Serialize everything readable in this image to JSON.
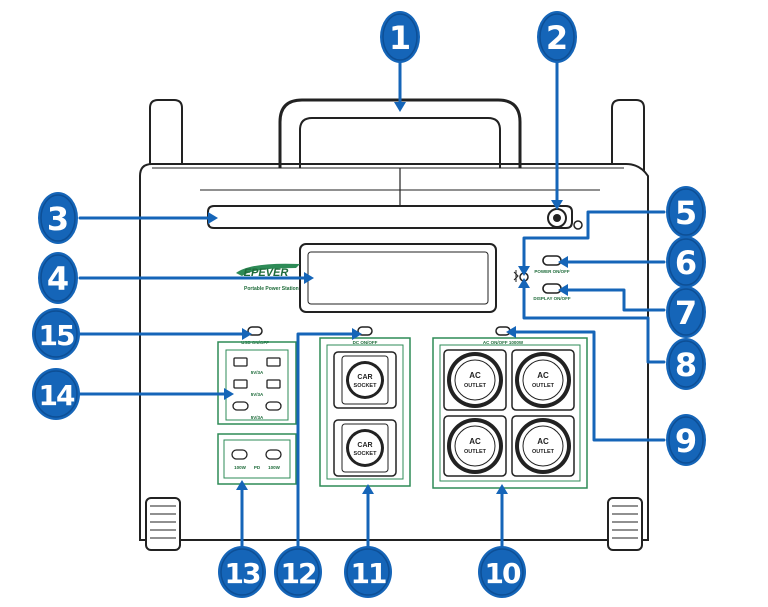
{
  "brand": {
    "logo_text": "EPEVER",
    "subtitle": "Portable Power Station"
  },
  "controls": {
    "power_label": "POWER ON/OFF",
    "display_label": "DISPLAY ON/OFF",
    "usb_label": "USB ON/OFF",
    "dc_label": "DC ON/OFF",
    "ac_label": "AC ON/OFF 1000W"
  },
  "usb_panel": {
    "row1_label": "5V/3A",
    "row2_label": "5V/3A",
    "row3_label": "5V/3A",
    "pd_left": "100W",
    "pd_mid": "PD",
    "pd_right": "100W"
  },
  "car_sockets": [
    {
      "line1": "CAR",
      "line2": "SOCKET"
    },
    {
      "line1": "CAR",
      "line2": "SOCKET"
    }
  ],
  "ac_outlets": [
    {
      "line1": "AC",
      "line2": "OUTLET"
    },
    {
      "line1": "AC",
      "line2": "OUTLET"
    },
    {
      "line1": "AC",
      "line2": "OUTLET"
    },
    {
      "line1": "AC",
      "line2": "OUTLET"
    }
  ],
  "callouts": [
    "1",
    "2",
    "3",
    "4",
    "5",
    "6",
    "7",
    "8",
    "9",
    "10",
    "11",
    "12",
    "13",
    "14",
    "15"
  ],
  "colors": {
    "callout_fill": "#1565b8",
    "callout_dark": "#0d4f96",
    "panel_green": "#2e8b57",
    "outline": "#222222"
  }
}
